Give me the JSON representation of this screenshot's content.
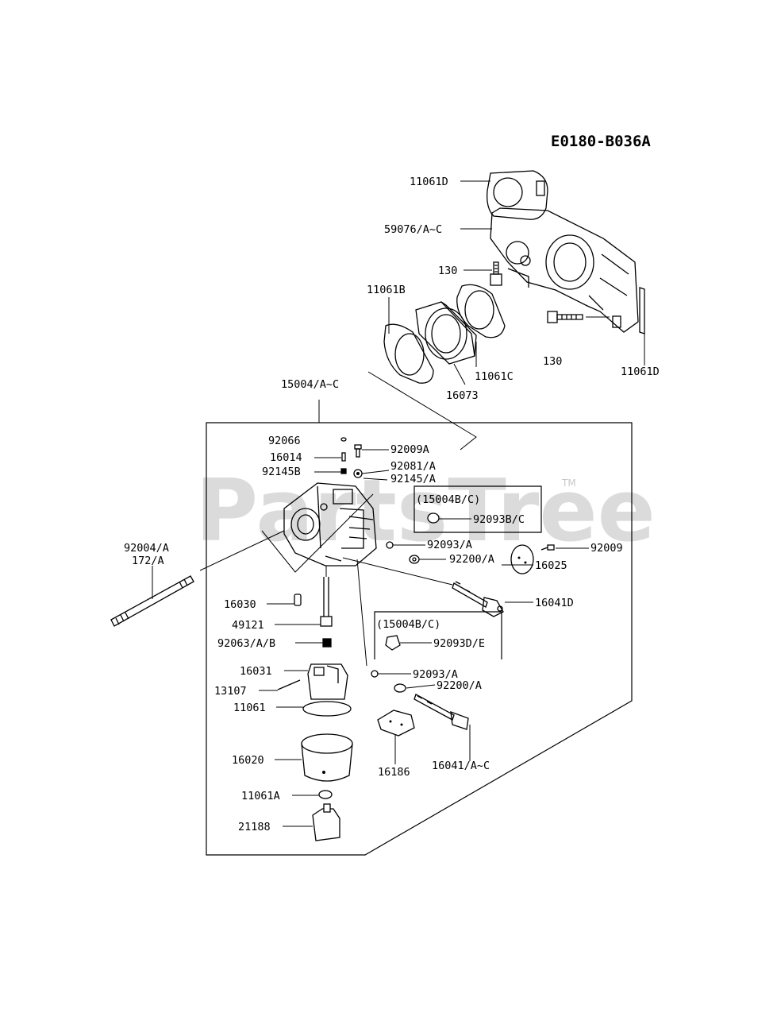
{
  "diagram_code": "E0180-B036A",
  "watermark": "PartsTree",
  "watermark_tm": "TM",
  "labels": {
    "l11061D_top": "11061D",
    "l59076": "59076/A~C",
    "l130_a": "130",
    "l11061B": "11061B",
    "l11061C": "11061C",
    "l16073": "16073",
    "l130_b": "130",
    "l11061D_right": "11061D",
    "l15004": "15004/A~C",
    "l92066": "92066",
    "l16014": "16014",
    "l92145B": "92145B",
    "l92009A": "92009A",
    "l92081": "92081/A",
    "l92145A": "92145/A",
    "l15004BC_1": "(15004B/C)",
    "l92093BC": "92093B/C",
    "l92004": "92004/A",
    "l172": "172/A",
    "l92093A_1": "92093/A",
    "l92009": "92009",
    "l92200A_1": "92200/A",
    "l16025": "16025",
    "l16041D": "16041D",
    "l16030": "16030",
    "l49121": "49121",
    "l15004BC_2": "(15004B/C)",
    "l92093DE": "92093D/E",
    "l92063": "92063/A/B",
    "l16031": "16031",
    "l92093A_2": "92093/A",
    "l13107": "13107",
    "l92200A_2": "92200/A",
    "l11061": "11061",
    "l16020": "16020",
    "l16186": "16186",
    "l16041AC": "16041/A~C",
    "l11061A": "11061A",
    "l21188": "21188"
  }
}
